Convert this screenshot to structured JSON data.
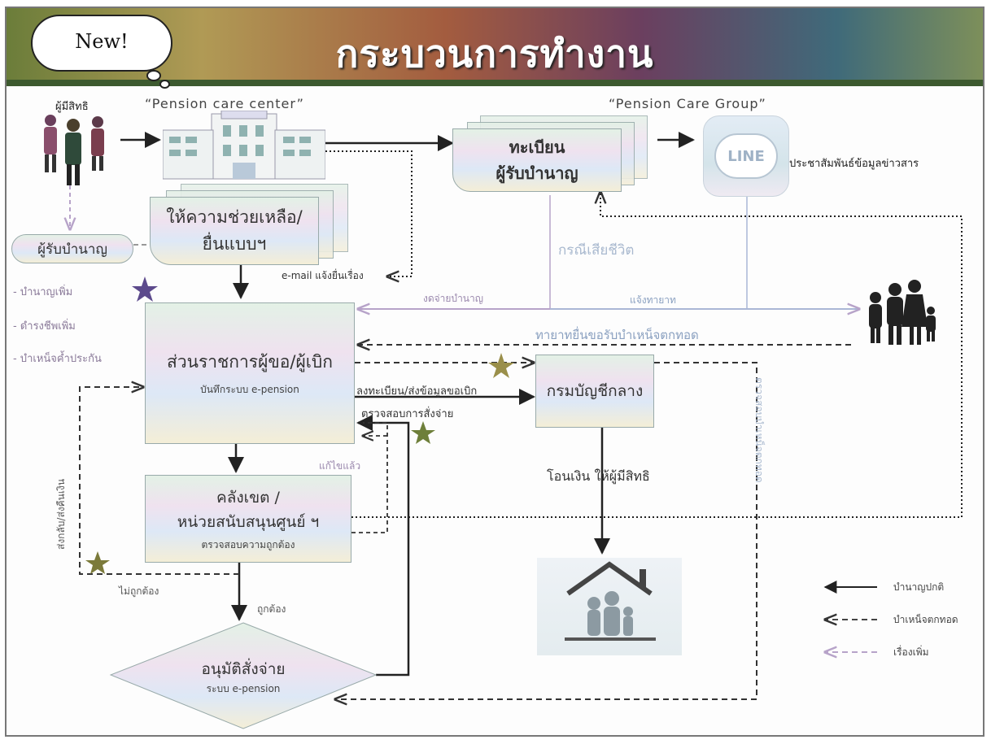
{
  "header": {
    "new_badge": "New!",
    "title": "กระบวนการทำงาน"
  },
  "people": {
    "eligible_label": "ผู้มีสิทธิ"
  },
  "pension_care_center": {
    "label": "“Pension care center”",
    "help_line1": "ให้ความช่วยเหลือ/",
    "help_line2": "ยื่นแบบฯ"
  },
  "pension_care_group": {
    "label": "“Pension Care Group”",
    "line_logo": "LINE",
    "pr_text": "ประชาสัมพันธ์ข้อมูลข่าวสาร"
  },
  "registry": {
    "line1": "ทะเบียน",
    "line2": "ผู้รับบำนาญ"
  },
  "pensioner": {
    "label": "ผู้รับบำนาญ",
    "items": [
      "- บำนาญเพิ่ม",
      "- ดำรงชีพเพิ่ม",
      "- บำเหน็จค้ำประกัน"
    ]
  },
  "agency": {
    "title": "ส่วนราชการผู้ขอ/ผู้เบิก",
    "sub": "บันทึกระบบ  e-pension"
  },
  "treasury": {
    "title": "กรมบัญชีกลาง",
    "transfer": "โอนเงิน ให้ผู้มีสิทธิ"
  },
  "provincial": {
    "line1": "คลังเขต /",
    "line2": "หน่วยสนับสนุนศูนย์ ฯ",
    "sub": "ตรวจสอบความถูกต้อง"
  },
  "approve": {
    "title": "อนุมัติสั่งจ่าย",
    "sub": "ระบบ  e-pension"
  },
  "labels": {
    "email": "e-mail แจ้งยื่นเรื่อง",
    "death_case": "กรณีเสียชีวิต",
    "stop_pay": "งดจ่ายบำนาญ",
    "notify_heir": "แจ้งทายาท",
    "heir_claim": "ทายาทยื่นขอรับบำเหน็จตกทอด",
    "register_send": "ลงทะเบียน/ส่งข้อมูลขอเบิก",
    "check_order": "ตรวจสอบการสั่งจ่าย",
    "fixed": "แก้ไขแล้ว",
    "return": "ส่งกลับ/ส่งคืนเงิน",
    "incorrect": "ไม่ถูกต้อง",
    "correct": "ถูกต้อง",
    "verify_gratuity": "ตรวจสอบบำเหน็จตกทอด"
  },
  "legend": {
    "items": [
      {
        "style": "solid",
        "label": "บำนาญปกติ"
      },
      {
        "style": "dashed",
        "label": "บำเหน็จตกทอด"
      },
      {
        "style": "dashed-light",
        "label": "เรื่องเพิ่ม"
      }
    ]
  },
  "colors": {
    "accent_star_purple": "#5c4a8c",
    "accent_star_olive": "#8c8a3a",
    "line_arrow": "#222222",
    "light_arrow": "#b7a3c9"
  }
}
